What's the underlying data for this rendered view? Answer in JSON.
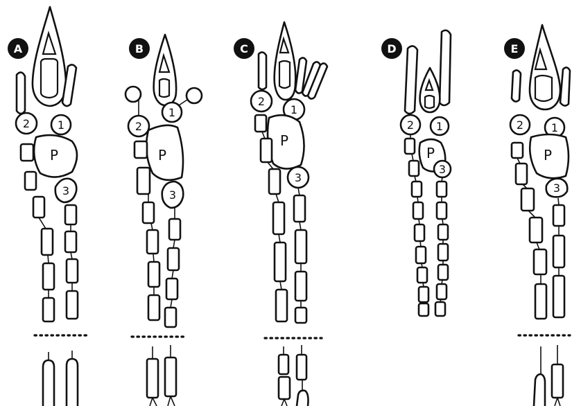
{
  "colors": {
    "ink": "#111111",
    "paper": "#ffffff"
  },
  "panels": [
    {
      "label": "A",
      "cells": {
        "one": "1",
        "two": "2",
        "three": "3",
        "pericentral": "P"
      }
    },
    {
      "label": "B",
      "cells": {
        "one": "1",
        "two": "2",
        "three": "3",
        "pericentral": "P"
      }
    },
    {
      "label": "C",
      "cells": {
        "one": "1",
        "two": "2",
        "three": "3",
        "pericentral": "P"
      }
    },
    {
      "label": "D",
      "cells": {
        "one": "1",
        "two": "2",
        "three": "3",
        "pericentral": "P"
      }
    },
    {
      "label": "E",
      "cells": {
        "one": "1",
        "two": "2",
        "three": "3",
        "pericentral": "P"
      }
    }
  ]
}
